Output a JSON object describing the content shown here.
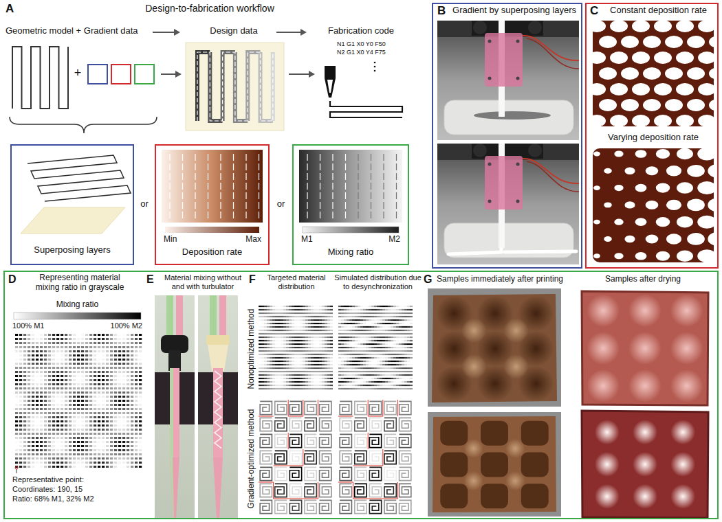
{
  "diagram": {
    "nodes": [
      {
        "text": [
          "Superposing layers"
        ]
      },
      {
        "text": [
          "Min",
          "Max",
          "Deposition rate"
        ]
      },
      {
        "text": [
          "M1",
          "M2",
          "Mixing ratio"
        ]
      },
      {
        "text": [
          "B",
          "Gradient by superposing layers"
        ]
      },
      {
        "text": [
          "C",
          "Constant deposition rate",
          "Varying deposition rate"
        ]
      },
      {
        "text": [
          "D",
          "Representing material mixing ratio in grayscale",
          "Mixing ratio",
          "100% M1",
          "100% M2",
          "Representative point:",
          "Coordinates: 190, 15",
          "Ratio: 68% M1, 32% M2",
          "E",
          "Material mixing without and with turbulator",
          "F",
          "Targeted material distribution",
          "Simulated distribution due to desynchronization",
          "Nonoptimized method",
          "Gradient-optimized method",
          "G",
          "Samples immediately after printing",
          "Samples after drying"
        ]
      }
    ],
    "labels": [
      "A",
      "Design-to-fabrication workflow",
      "Geometric model + Gradient data",
      "Design data",
      "Fabrication code",
      "N1 G1 X0 Y0 F50",
      "N2 G1 X0 Y4 F75",
      "+",
      "or",
      "or"
    ]
  }
}
